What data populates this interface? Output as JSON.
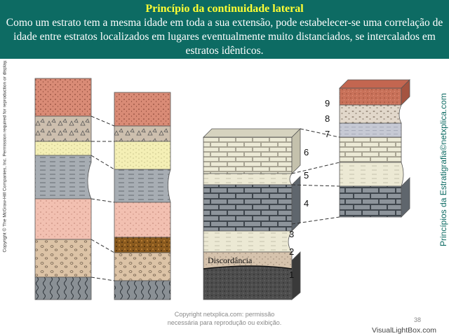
{
  "header": {
    "title": "Princípio da continuidade lateral",
    "text": "Como um estrato tem a mesma idade em toda a sua extensão, pode estabelecer-se uma correlação de idade entre estratos localizados em lugares eventualmente muito distanciados, se intercalados em estratos idênticos."
  },
  "side_copyright": "Copyright © The McGraw-Hill Companies, Inc. Permission required for reproduction or display.",
  "side_watermark": "Princípios da Estratigrafia©netxplica.com",
  "diagram": {
    "layer_numbers": [
      "1",
      "2",
      "3",
      "4",
      "5",
      "6",
      "7",
      "8",
      "9"
    ],
    "unconformity_label": "Discordância"
  },
  "footer": {
    "line1": "Copyright netxplica.com: permissão",
    "line2": "necessária para reprodução ou exibição.",
    "page": "38",
    "site": "VisualLightBox.com"
  },
  "colors": {
    "header_bg": "#0d6b63",
    "title": "#ffff33",
    "text": "#ffffff"
  }
}
